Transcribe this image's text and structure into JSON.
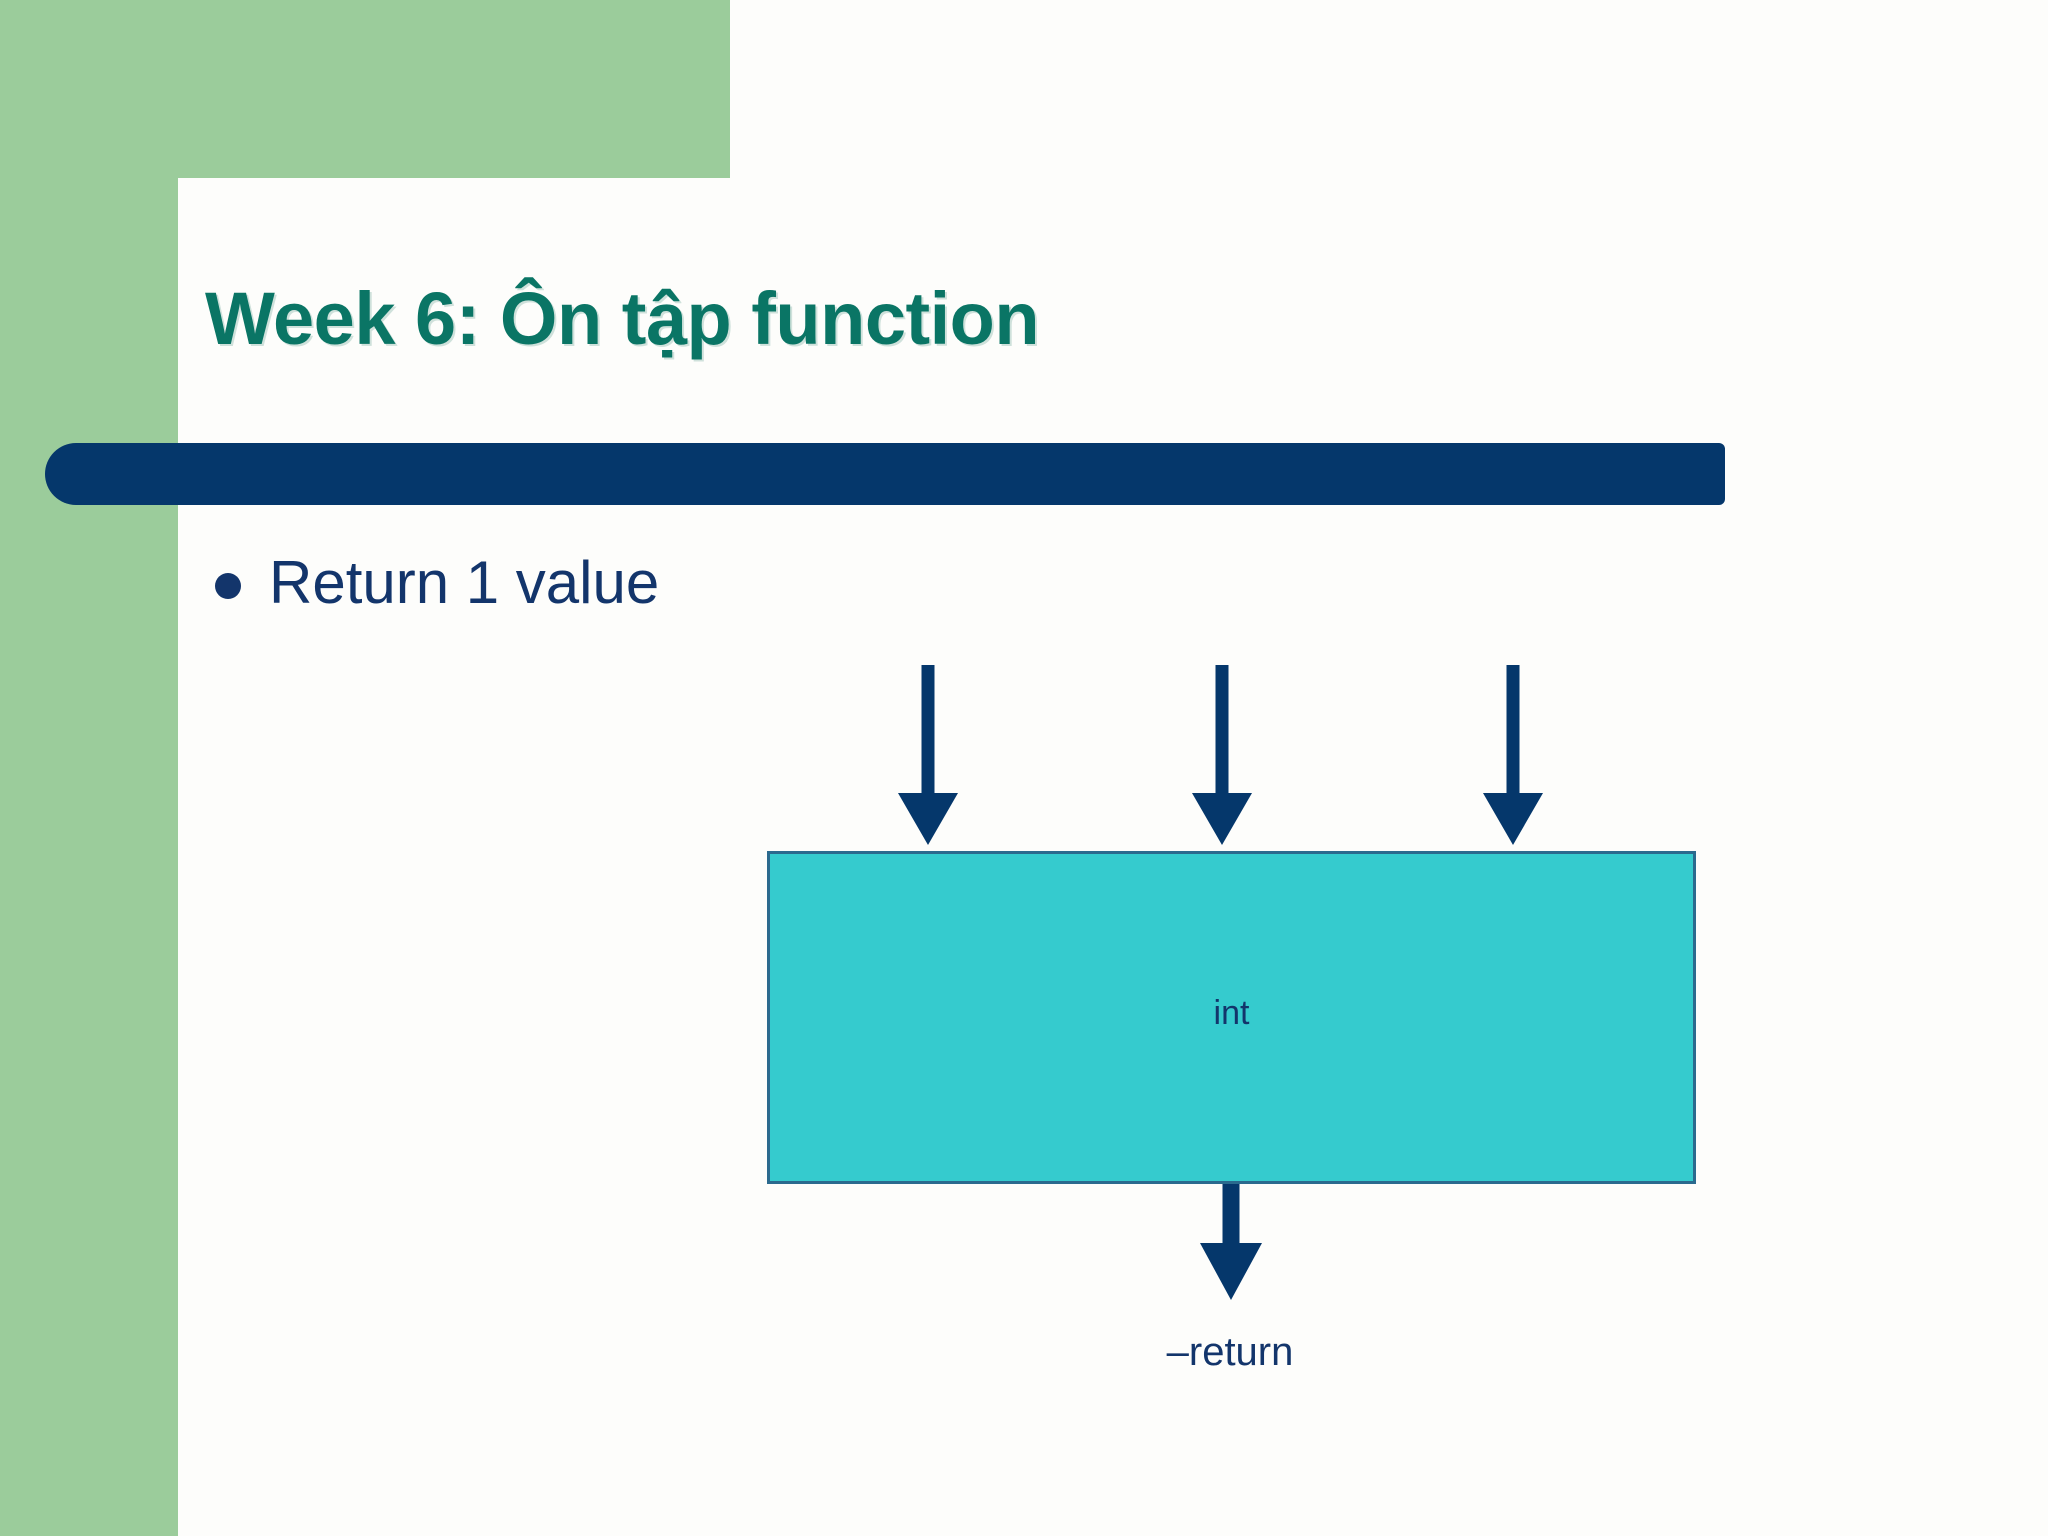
{
  "slide": {
    "title": "Week 6: Ôn tập function",
    "bullets": [
      {
        "text": "Return 1 value",
        "marker": "bullet-dot"
      }
    ],
    "diagram": {
      "box_label": "int",
      "return_label": "–return",
      "input_arrows": 3,
      "output_arrows": 1
    },
    "colors": {
      "title_teal": "#0a7565",
      "body_navy": "#13356b",
      "bar_navy": "#05376b",
      "band_green": "#9bcc9b",
      "box_cyan": "#35cbce",
      "box_border": "#2b6a8e",
      "arrow_navy": "#05376b",
      "panel_white": "#fdfdfb"
    }
  }
}
